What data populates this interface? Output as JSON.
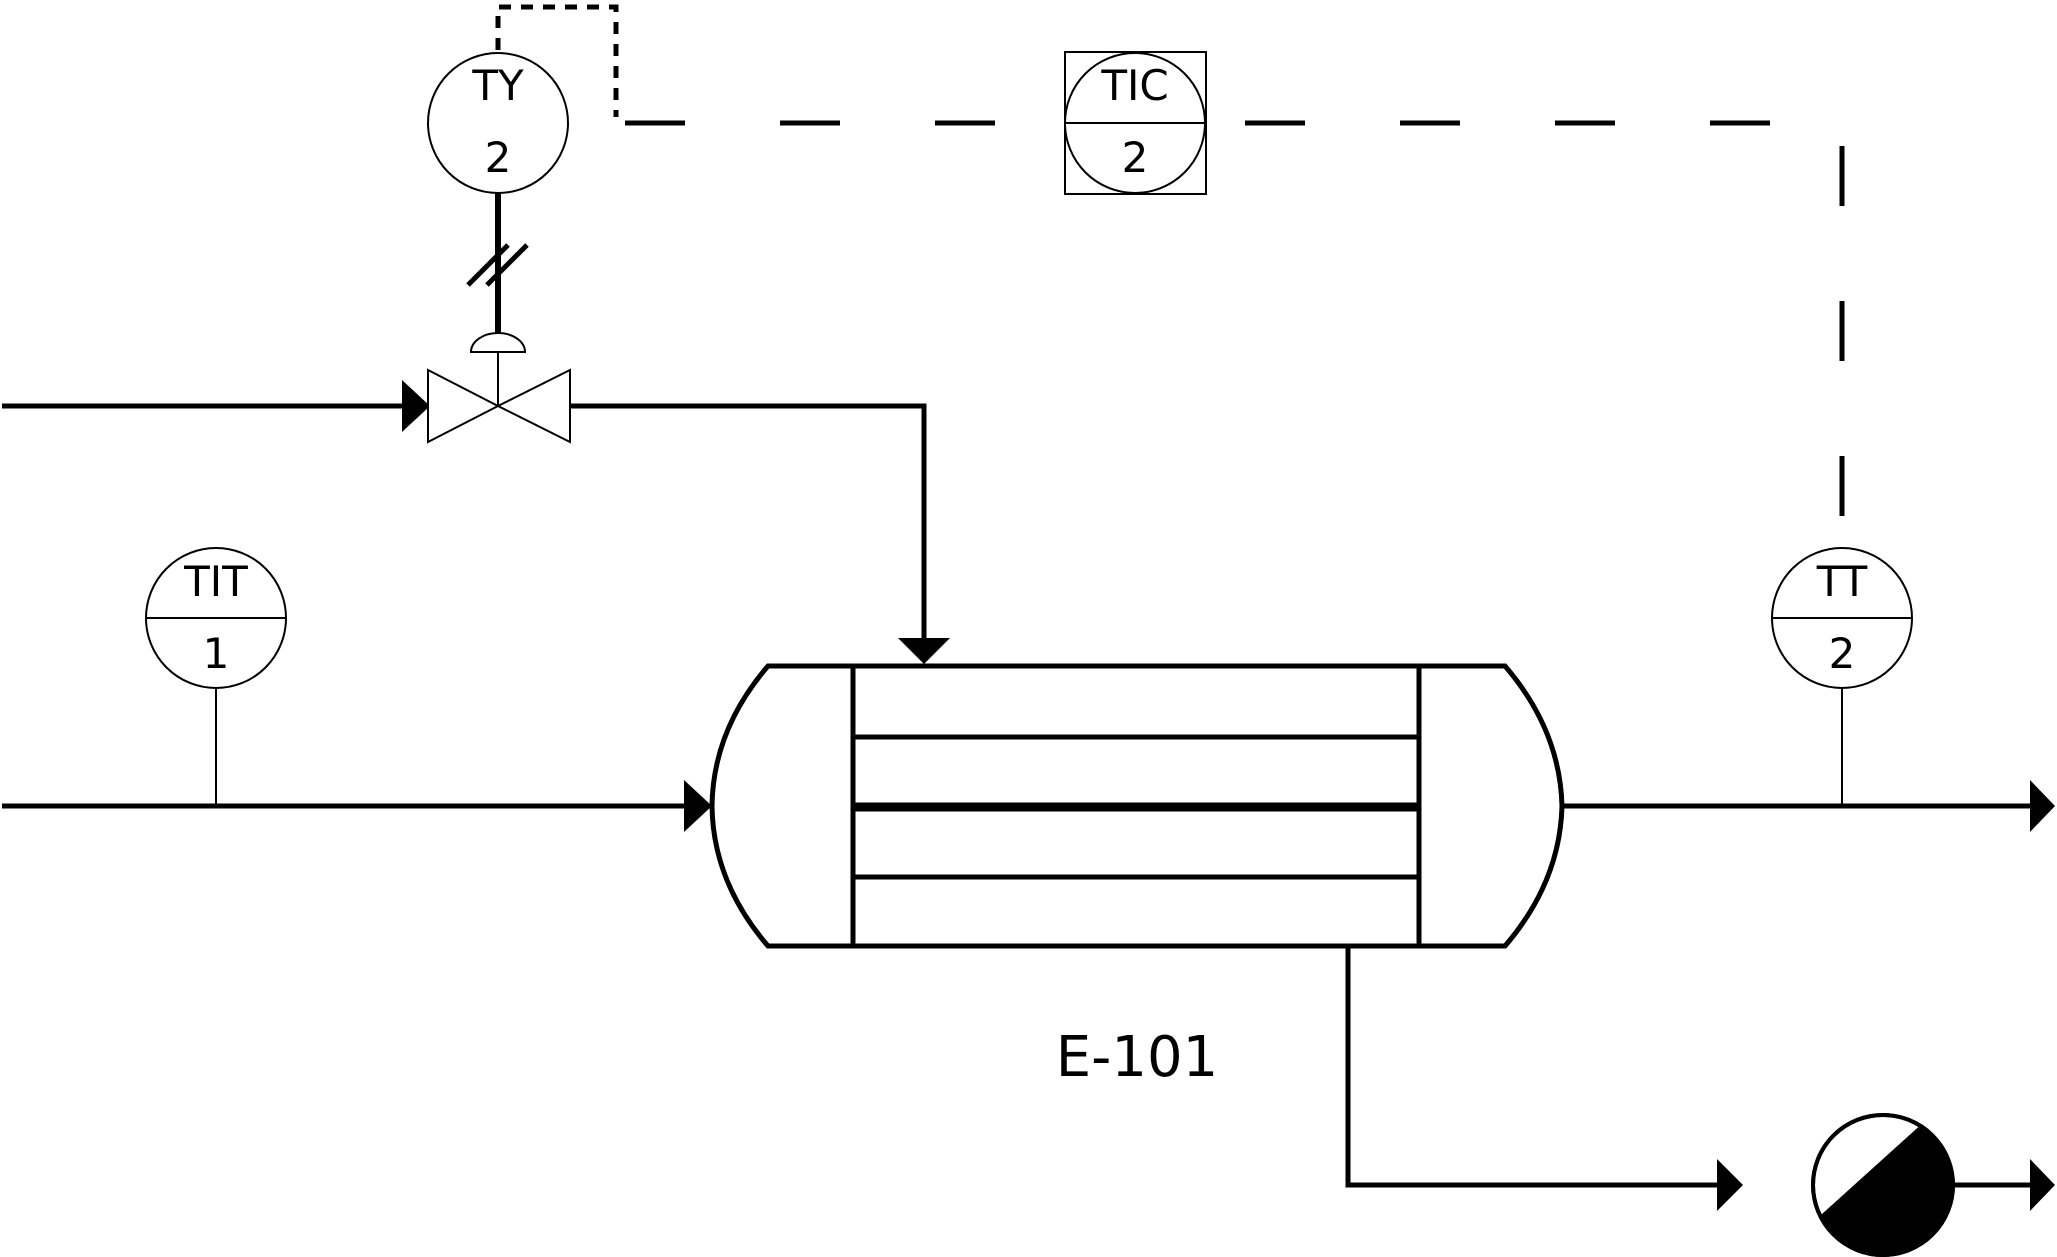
{
  "equipment": {
    "exchanger_tag": "E-101"
  },
  "instruments": {
    "ty": {
      "function": "TY",
      "loop": "2"
    },
    "tic": {
      "function": "TIC",
      "loop": "2"
    },
    "tit": {
      "function": "TIT",
      "loop": "1"
    },
    "tt": {
      "function": "TT",
      "loop": "2"
    }
  },
  "colors": {
    "line": "#000000",
    "background": "#ffffff"
  }
}
